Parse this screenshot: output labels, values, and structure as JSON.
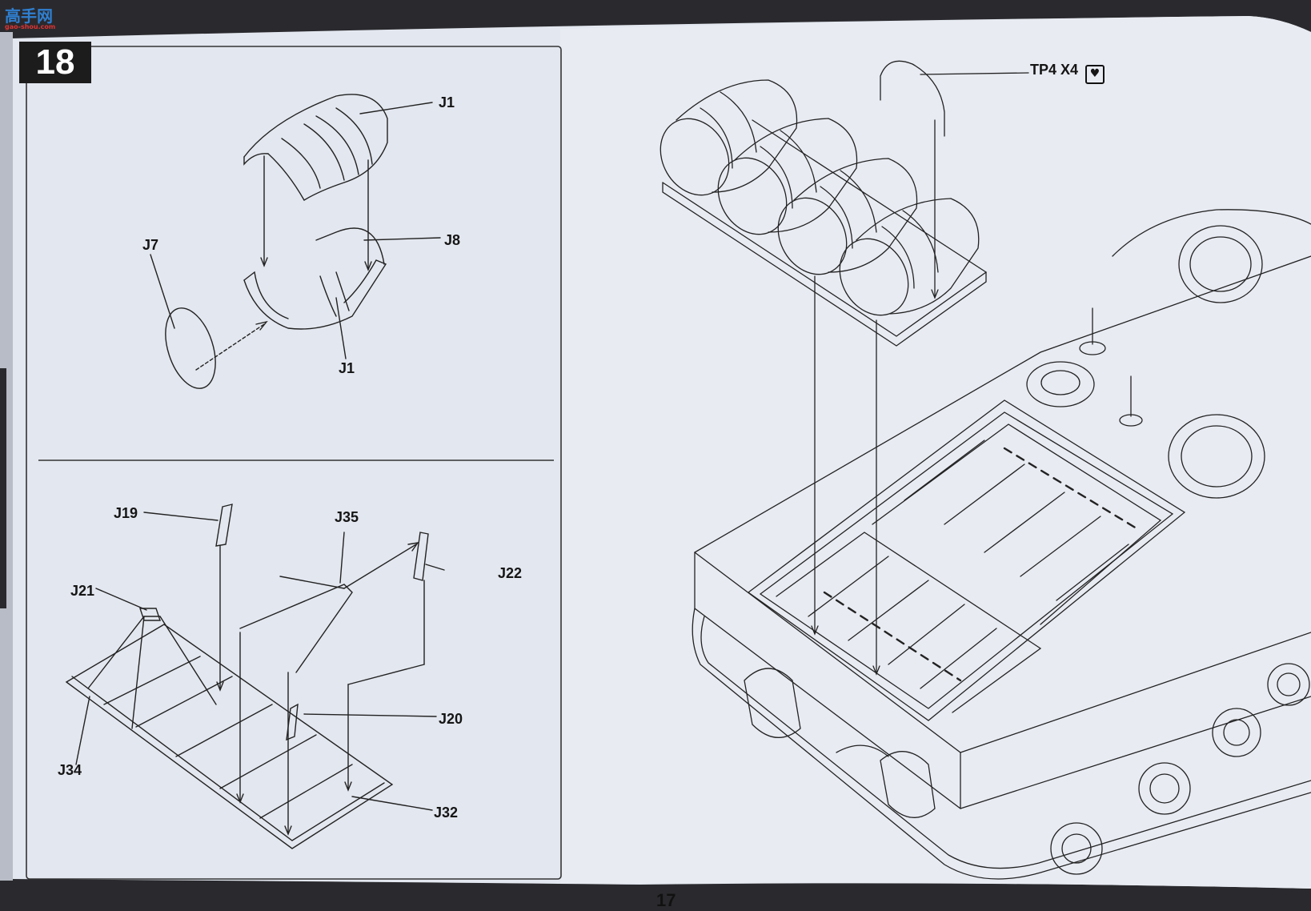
{
  "watermark": {
    "main": "高手网",
    "sub": "gao-shou.com"
  },
  "step": {
    "number": "18"
  },
  "top_left_labels": {
    "j1_top": "J1",
    "j7": "J7",
    "j8": "J8",
    "j1_bottom": "J1"
  },
  "bottom_left_labels": {
    "j19": "J19",
    "j35": "J35",
    "j21": "J21",
    "j22": "J22",
    "j20": "J20",
    "j34": "J34",
    "j32": "J32"
  },
  "right_labels": {
    "tp4": "TP4 X4"
  },
  "icons": {
    "tp4_marker": "broken-heart-icon"
  },
  "page_number": "17"
}
